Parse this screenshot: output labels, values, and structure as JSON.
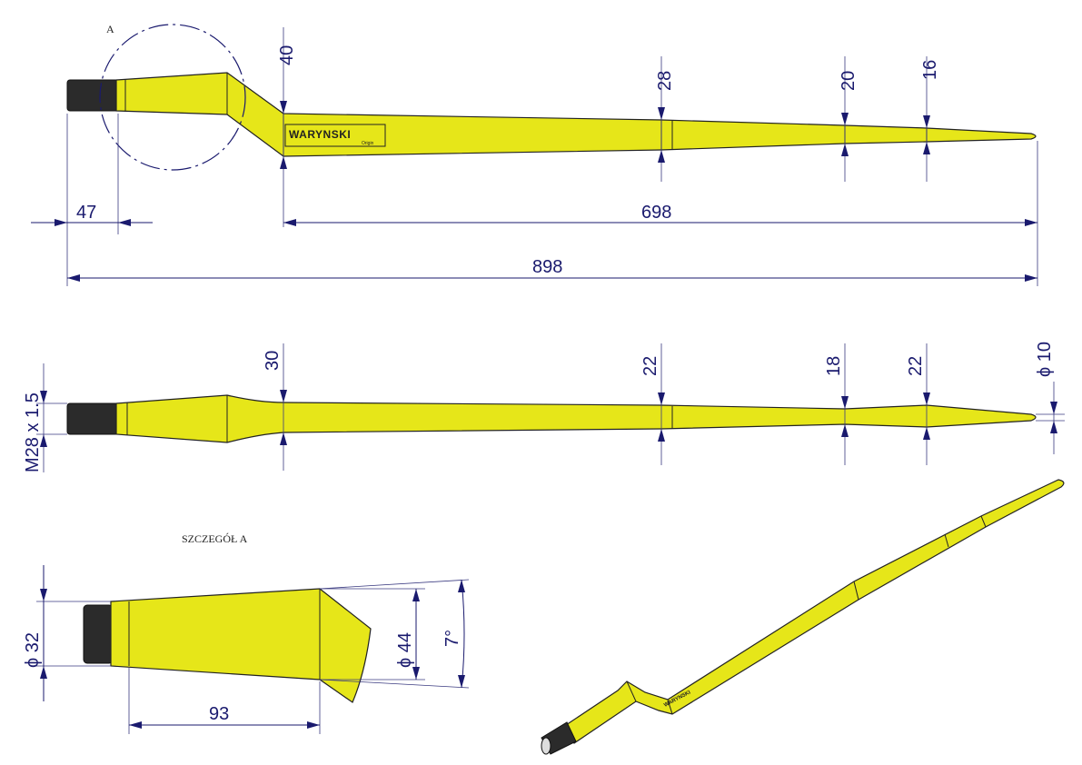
{
  "views": {
    "top": {
      "detail_marker": "A",
      "dims": {
        "d40": "40",
        "d28": "28",
        "d20": "20",
        "d16": "16",
        "d47": "47",
        "d698": "698",
        "d898": "898"
      },
      "logo": {
        "brand": "WARYNSKI",
        "sub": "Origin"
      }
    },
    "side": {
      "dims": {
        "d30": "30",
        "d22a": "22",
        "d18": "18",
        "d22b": "22",
        "tip": "ϕ 10",
        "thread": "M28 x 1.5"
      }
    },
    "detail": {
      "title": "SZCZEGÓŁ A",
      "dims": {
        "dia32": "ϕ 32",
        "dia44": "ϕ 44",
        "angle": "7°",
        "len93": "93"
      }
    },
    "iso": {
      "logo": "WARYNSKI"
    }
  },
  "colors": {
    "body": "#e6e619",
    "thread": "#2b2b2b",
    "dimension": "#1a1a6e"
  }
}
